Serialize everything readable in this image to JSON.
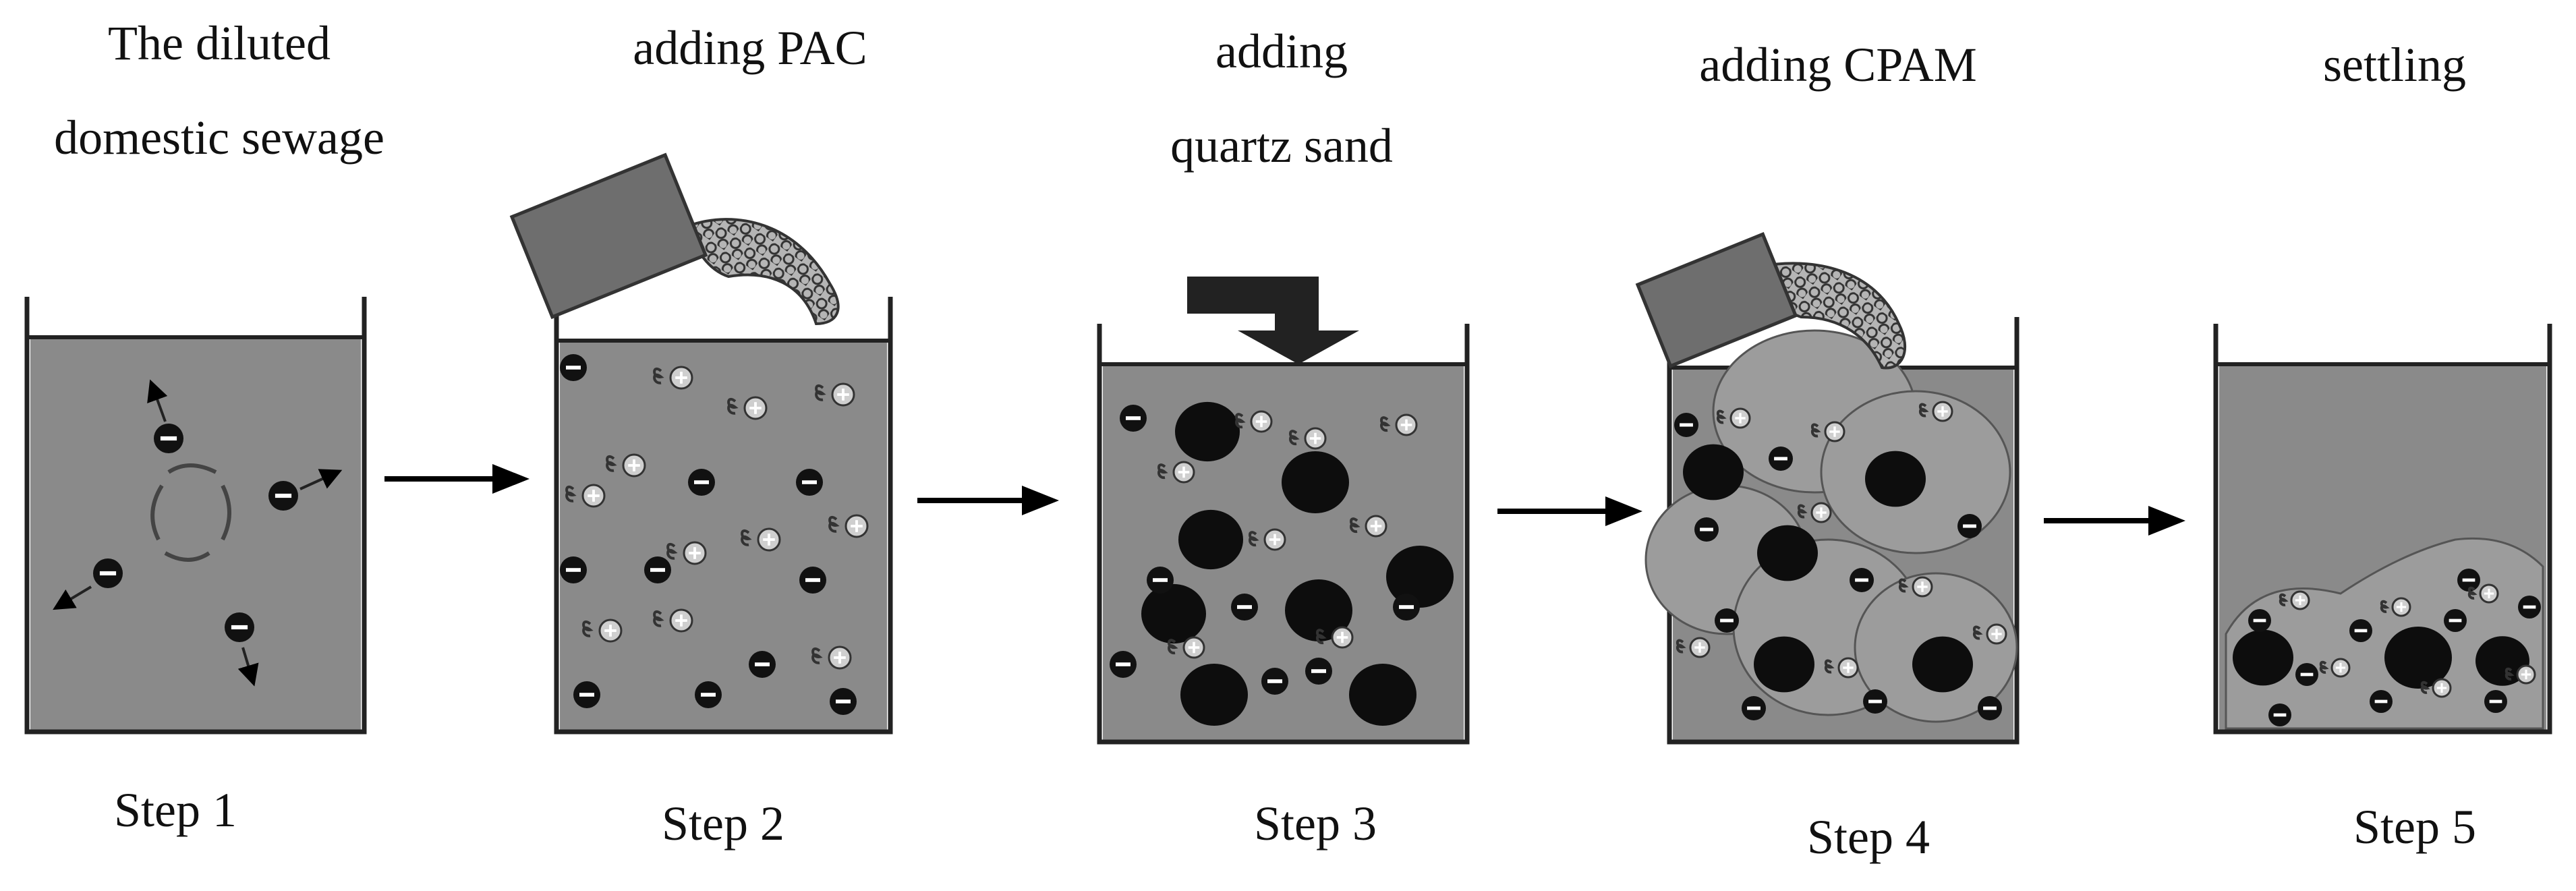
{
  "colors": {
    "water": "#8a8a8a",
    "beaker_wall": "#222222",
    "particle": "#111111",
    "arrow": "#000000",
    "background": "#ffffff"
  },
  "steps": [
    {
      "title_lines": [
        "The diluted",
        "domestic sewage"
      ],
      "step_label": "Step 1"
    },
    {
      "title_lines": [
        "adding PAC"
      ],
      "step_label": "Step 2"
    },
    {
      "title_lines": [
        "adding",
        "quartz sand"
      ],
      "step_label": "Step 3"
    },
    {
      "title_lines": [
        "adding CPAM"
      ],
      "step_label": "Step 4"
    },
    {
      "title_lines": [
        "settling"
      ],
      "step_label": "Step 5"
    }
  ],
  "icons": {
    "arrow": "right-arrow-icon",
    "pac_bag": "pac-bag-icon",
    "cpam_bag": "cpam-bag-icon",
    "sand_arrow": "down-arrow-icon"
  }
}
